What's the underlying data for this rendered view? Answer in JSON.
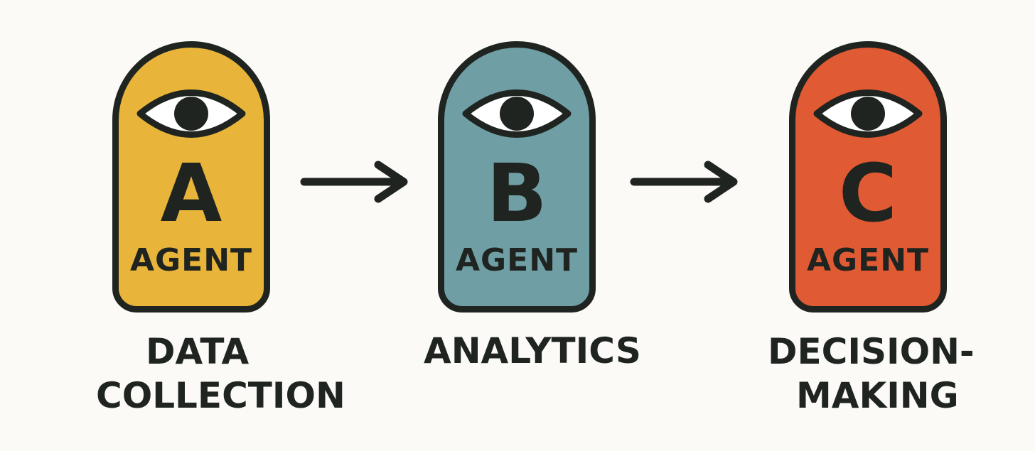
{
  "agents": [
    {
      "letter": "A",
      "label": "AGENT",
      "caption_lines": [
        "DATA",
        "COLLECTION"
      ],
      "color": "#e8b53a",
      "icon": "eye-icon"
    },
    {
      "letter": "B",
      "label": "AGENT",
      "caption_lines": [
        "ANALYTICS"
      ],
      "color": "#6f9ea5",
      "icon": "eye-icon"
    },
    {
      "letter": "C",
      "label": "AGENT",
      "caption_lines": [
        "DECISION-",
        "MAKING"
      ],
      "color": "#e05a33",
      "icon": "eye-icon"
    }
  ],
  "colors": {
    "outline": "#1f2420",
    "background": "#fbfaf6",
    "eye_white": "#ffffff"
  },
  "arrows": [
    "arrow-right-icon",
    "arrow-right-icon"
  ]
}
